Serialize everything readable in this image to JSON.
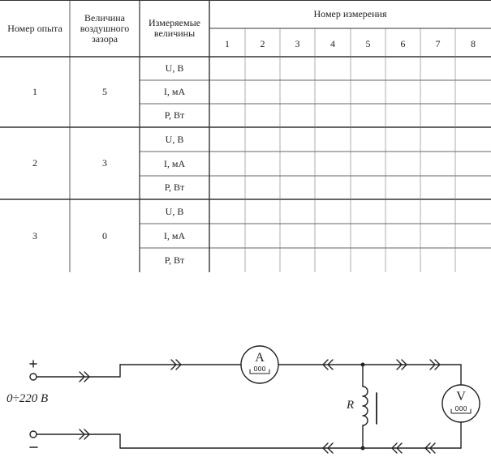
{
  "table": {
    "headers": {
      "experiment": "Номер опыта",
      "gap": "Величина воздушного зазора",
      "measured": "Измеряемые величины",
      "measurement_number": "Номер измерения"
    },
    "measurement_columns": [
      "1",
      "2",
      "3",
      "4",
      "5",
      "6",
      "7",
      "8"
    ],
    "experiments": [
      {
        "number": "1",
        "gap": "5",
        "quantities": [
          "U, В",
          "I, мА",
          "P, Вт"
        ]
      },
      {
        "number": "2",
        "gap": "3",
        "quantities": [
          "U, В",
          "I, мА",
          "P, Вт"
        ]
      },
      {
        "number": "3",
        "gap": "0",
        "quantities": [
          "U, В",
          "I, мА",
          "P, Вт"
        ]
      }
    ]
  },
  "circuit": {
    "plus": "+",
    "minus": "−",
    "voltage_label": "0÷220 В",
    "ammeter": {
      "letter": "A",
      "scale": "000"
    },
    "voltmeter": {
      "letter": "V",
      "scale": "000"
    },
    "resistor_label": "R"
  }
}
